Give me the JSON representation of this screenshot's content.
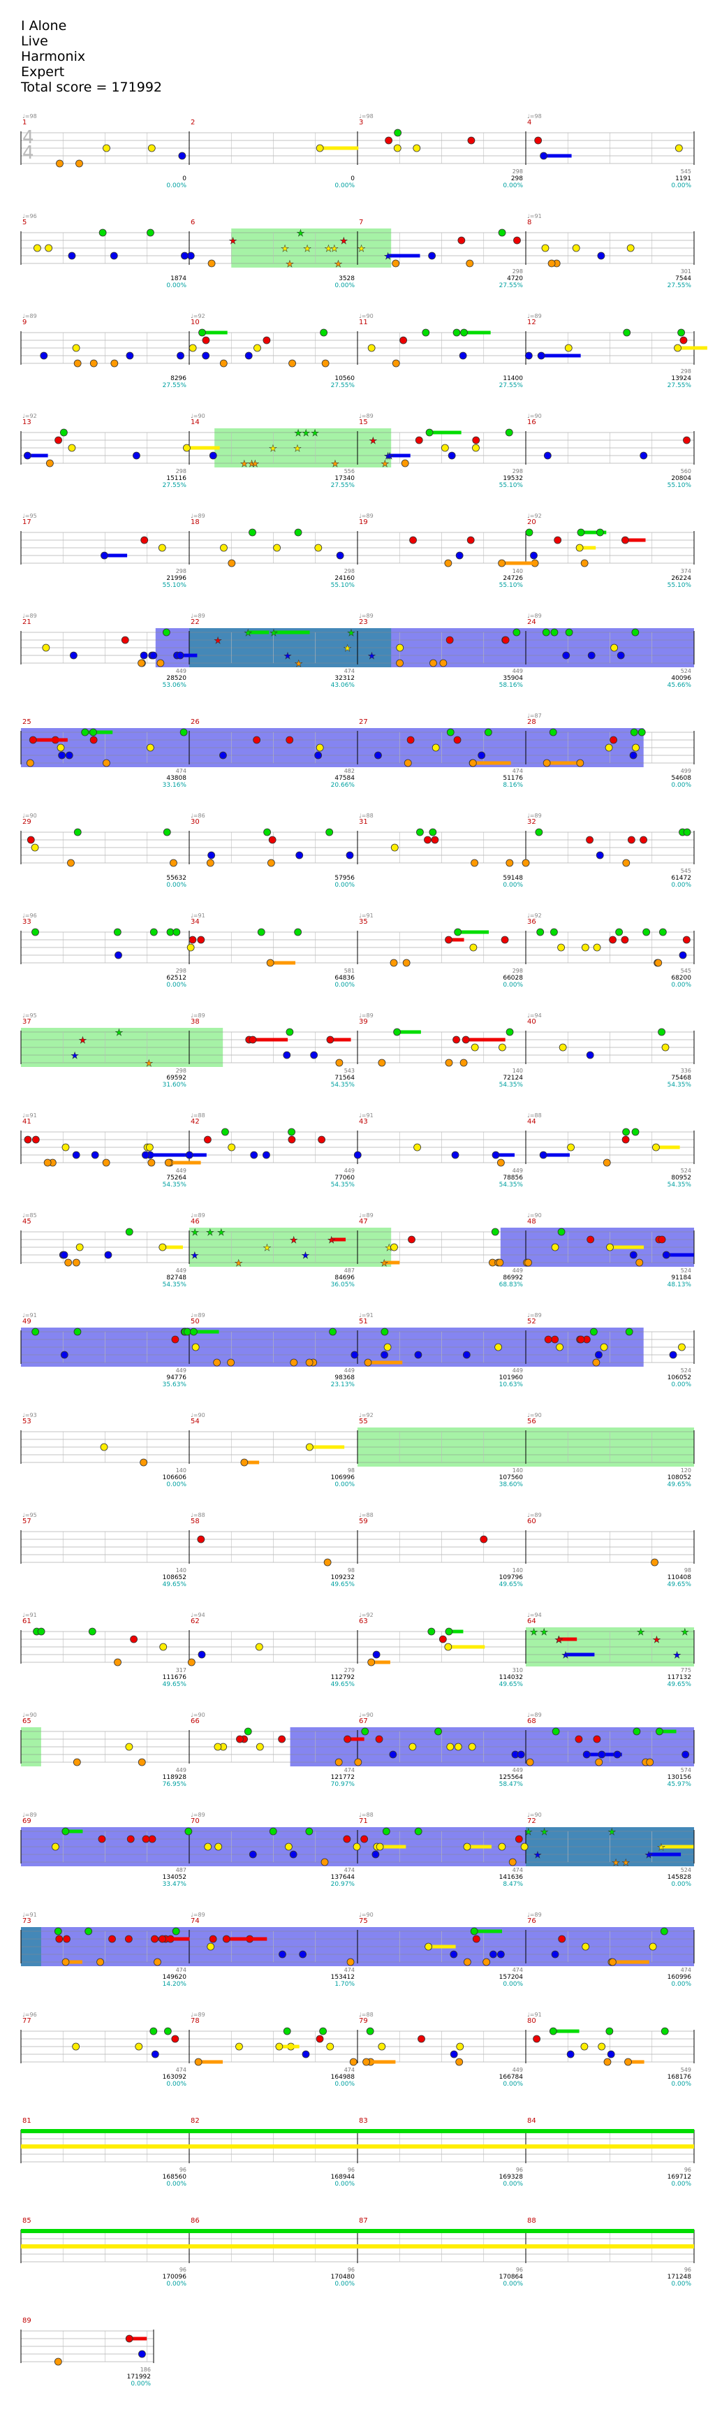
{
  "song": {
    "title": "I Alone",
    "artist": "Live",
    "game": "Harmonix",
    "difficulty": "Expert",
    "total_score_label": "Total score = 171992"
  },
  "colors": {
    "green": "#00dd00",
    "red": "#ee0000",
    "yellow": "#ffee00",
    "blue": "#0000ee",
    "orange": "#ff9900",
    "starpower": "#88ee88",
    "overdrive": "#6666ee",
    "solo": "#3388aa"
  },
  "time_signature": [
    "4",
    "4"
  ],
  "rows": [
    {
      "measures": [
        1,
        2,
        3,
        4
      ],
      "bpm": [
        "♩=98",
        "",
        "♩=98",
        "♩=98"
      ],
      "mult": [
        "",
        "",
        "298",
        "545"
      ],
      "scores": [
        "0",
        "0",
        "298",
        "1191"
      ],
      "pcts": [
        "0.00%",
        "0.00%",
        "0.00%",
        "0.00%"
      ],
      "bands": [],
      "density": 0.35
    },
    {
      "measures": [
        5,
        6,
        7,
        8
      ],
      "bpm": [
        "♩=96",
        "",
        "",
        "♩=91"
      ],
      "mult": [
        "",
        "",
        "298",
        "301"
      ],
      "scores": [
        "1874",
        "3528",
        "4720",
        "7544"
      ],
      "pcts": [
        "0.00%",
        "0.00%",
        "27.55%",
        "27.55%"
      ],
      "bands": [
        {
          "type": "star",
          "from": 1.25,
          "to": 2.2
        }
      ],
      "density": 0.8
    },
    {
      "measures": [
        9,
        10,
        11,
        12
      ],
      "bpm": [
        "♩=89",
        "♩=92",
        "♩=90",
        "♩=89"
      ],
      "mult": [
        "",
        "",
        "",
        "298"
      ],
      "scores": [
        "8296",
        "10560",
        "11400",
        "13924"
      ],
      "pcts": [
        "27.55%",
        "27.55%",
        "27.55%",
        "27.55%"
      ],
      "bands": [],
      "density": 0.8
    },
    {
      "measures": [
        13,
        14,
        15,
        16
      ],
      "bpm": [
        "♩=92",
        "♩=90",
        "♩=89",
        "♩=90"
      ],
      "mult": [
        "298",
        "556",
        "298",
        "560"
      ],
      "scores": [
        "15116",
        "17340",
        "19532",
        "20804"
      ],
      "pcts": [
        "27.55%",
        "27.55%",
        "55.10%",
        "55.10%"
      ],
      "bands": [
        {
          "type": "star",
          "from": 1.15,
          "to": 2.2
        }
      ],
      "density": 0.8
    },
    {
      "measures": [
        17,
        18,
        19,
        20
      ],
      "bpm": [
        "♩=95",
        "♩=89",
        "♩=89",
        "♩=92"
      ],
      "mult": [
        "298",
        "298",
        "140",
        "374"
      ],
      "scores": [
        "21996",
        "24160",
        "24726",
        "26224"
      ],
      "pcts": [
        "55.10%",
        "55.10%",
        "55.10%",
        "55.10%"
      ],
      "bands": [],
      "density": 0.6
    },
    {
      "measures": [
        21,
        22,
        23,
        24
      ],
      "bpm": [
        "♩=89",
        "♩=89",
        "♩=89",
        "♩=89"
      ],
      "mult": [
        "449",
        "474",
        "449",
        "524"
      ],
      "scores": [
        "28520",
        "32312",
        "35904",
        "40096"
      ],
      "pcts": [
        "53.06%",
        "43.06%",
        "58.16%",
        "45.66%"
      ],
      "bands": [
        {
          "type": "od",
          "from": 0.8,
          "to": 4.0
        },
        {
          "type": "solo",
          "from": 1.0,
          "to": 2.2
        }
      ],
      "density": 0.9
    },
    {
      "measures": [
        25,
        26,
        27,
        28
      ],
      "bpm": [
        "",
        "",
        "",
        "♩=87"
      ],
      "mult": [
        "474",
        "482",
        "474",
        "499"
      ],
      "scores": [
        "43808",
        "47584",
        "51176",
        "54608"
      ],
      "pcts": [
        "33.16%",
        "20.66%",
        "8.16%",
        "0.00%"
      ],
      "bands": [
        {
          "type": "od",
          "from": 0.0,
          "to": 3.7
        }
      ],
      "density": 0.9
    },
    {
      "measures": [
        29,
        30,
        31,
        32
      ],
      "bpm": [
        "♩=90",
        "♩=86",
        "♩=88",
        "♩=89"
      ],
      "mult": [
        "",
        "",
        "",
        "545"
      ],
      "scores": [
        "55632",
        "57956",
        "59148",
        "61472"
      ],
      "pcts": [
        "0.00%",
        "0.00%",
        "0.00%",
        "0.00%"
      ],
      "bands": [],
      "density": 0.75
    },
    {
      "measures": [
        33,
        34,
        35,
        36
      ],
      "bpm": [
        "♩=96",
        "♩=91",
        "♩=91",
        "♩=92"
      ],
      "mult": [
        "298",
        "581",
        "298",
        "545"
      ],
      "scores": [
        "62512",
        "64836",
        "66028",
        "68200"
      ],
      "pcts": [
        "0.00%",
        "0.00%",
        "0.00%",
        "0.00%"
      ],
      "bands": [],
      "density": 0.8
    },
    {
      "measures": [
        37,
        38,
        39,
        40
      ],
      "bpm": [
        "♩=95",
        "♩=89",
        "♩=89",
        "♩=94"
      ],
      "mult": [
        "298",
        "543",
        "140",
        "336"
      ],
      "scores": [
        "69592",
        "71564",
        "72124",
        "75468"
      ],
      "pcts": [
        "31.60%",
        "54.35%",
        "54.35%",
        "54.35%"
      ],
      "bands": [
        {
          "type": "star",
          "from": 0.0,
          "to": 1.2
        }
      ],
      "density": 0.6
    },
    {
      "measures": [
        41,
        42,
        43,
        44
      ],
      "bpm": [
        "♩=91",
        "♩=88",
        "♩=91",
        "♩=88"
      ],
      "mult": [
        "449",
        "449",
        "449",
        "524"
      ],
      "scores": [
        "75264",
        "77060",
        "78856",
        "80952"
      ],
      "pcts": [
        "54.35%",
        "54.35%",
        "54.35%",
        "54.35%"
      ],
      "bands": [],
      "density": 0.9
    },
    {
      "measures": [
        45,
        46,
        47,
        48
      ],
      "bpm": [
        "♩=85",
        "♩=89",
        "♩=89",
        "♩=90"
      ],
      "mult": [
        "449",
        "487",
        "449",
        "524"
      ],
      "scores": [
        "82748",
        "84696",
        "86992",
        "91184"
      ],
      "pcts": [
        "54.35%",
        "36.05%",
        "68.83%",
        "48.13%"
      ],
      "bands": [
        {
          "type": "star",
          "from": 1.0,
          "to": 2.2
        },
        {
          "type": "od",
          "from": 2.85,
          "to": 4.0
        }
      ],
      "density": 0.9
    },
    {
      "measures": [
        49,
        50,
        51,
        52
      ],
      "bpm": [
        "♩=91",
        "♩=89",
        "♩=91",
        "♩=89"
      ],
      "mult": [
        "449",
        "449",
        "449",
        "524"
      ],
      "scores": [
        "94776",
        "98368",
        "101960",
        "106052"
      ],
      "pcts": [
        "35.63%",
        "23.13%",
        "10.63%",
        "0.00%"
      ],
      "bands": [
        {
          "type": "od",
          "from": 0.0,
          "to": 3.7
        }
      ],
      "density": 0.9
    },
    {
      "measures": [
        53,
        54,
        55,
        56
      ],
      "bpm": [
        "♩=93",
        "♩=90",
        "♩=92",
        "♩=90"
      ],
      "mult": [
        "140",
        "98",
        "140",
        "120"
      ],
      "scores": [
        "106606",
        "106996",
        "107560",
        "108052"
      ],
      "pcts": [
        "0.00%",
        "0.00%",
        "38.60%",
        "49.65%"
      ],
      "bands": [
        {
          "type": "star",
          "from": 2.0,
          "to": 4.0
        }
      ],
      "density": 0.1
    },
    {
      "measures": [
        57,
        58,
        59,
        60
      ],
      "bpm": [
        "♩=95",
        "♩=88",
        "♩=88",
        "♩=89"
      ],
      "mult": [
        "140",
        "98",
        "140",
        "98"
      ],
      "scores": [
        "108652",
        "109232",
        "109796",
        "110408"
      ],
      "pcts": [
        "49.65%",
        "49.65%",
        "49.65%",
        "49.65%"
      ],
      "bands": [],
      "density": 0.1
    },
    {
      "measures": [
        61,
        62,
        63,
        64
      ],
      "bpm": [
        "♩=91",
        "♩=94",
        "♩=92",
        "♩=94"
      ],
      "mult": [
        "317",
        "279",
        "310",
        "775"
      ],
      "scores": [
        "111676",
        "112792",
        "114032",
        "117132"
      ],
      "pcts": [
        "49.65%",
        "49.65%",
        "49.65%",
        "49.65%"
      ],
      "bands": [
        {
          "type": "star",
          "from": 3.0,
          "to": 4.0
        }
      ],
      "density": 0.6
    },
    {
      "measures": [
        65,
        66,
        67,
        68
      ],
      "bpm": [
        "♩=90",
        "♩=90",
        "♩=90",
        "♩=89"
      ],
      "mult": [
        "449",
        "474",
        "449",
        "574"
      ],
      "scores": [
        "118928",
        "121772",
        "125564",
        "130156"
      ],
      "pcts": [
        "76.95%",
        "70.97%",
        "58.47%",
        "45.97%"
      ],
      "bands": [
        {
          "type": "star",
          "from": 0.0,
          "to": 0.12
        },
        {
          "type": "od",
          "from": 1.6,
          "to": 4.0
        }
      ],
      "density": 0.9
    },
    {
      "measures": [
        69,
        70,
        71,
        72
      ],
      "bpm": [
        "♩=89",
        "♩=89",
        "♩=88",
        "♩=90"
      ],
      "mult": [
        "487",
        "474",
        "474",
        "524"
      ],
      "scores": [
        "134052",
        "137644",
        "141636",
        "145828"
      ],
      "pcts": [
        "33.47%",
        "20.97%",
        "8.47%",
        "0.00%"
      ],
      "bands": [
        {
          "type": "od",
          "from": 0.0,
          "to": 4.0
        },
        {
          "type": "solo",
          "from": 3.0,
          "to": 4.0
        }
      ],
      "density": 0.9
    },
    {
      "measures": [
        73,
        74,
        75,
        76
      ],
      "bpm": [
        "♩=91",
        "♩=89",
        "♩=90",
        "♩=89"
      ],
      "mult": [
        "474",
        "474",
        "474",
        "474"
      ],
      "scores": [
        "149620",
        "153412",
        "157204",
        "160996"
      ],
      "pcts": [
        "14.20%",
        "1.70%",
        "0.00%",
        "0.00%"
      ],
      "bands": [
        {
          "type": "od",
          "from": 0.0,
          "to": 4.0
        },
        {
          "type": "solo",
          "from": 0.0,
          "to": 0.12
        }
      ],
      "density": 0.9
    },
    {
      "measures": [
        77,
        78,
        79,
        80
      ],
      "bpm": [
        "♩=96",
        "♩=89",
        "♩=88",
        "♩=91"
      ],
      "mult": [
        "474",
        "474",
        "449",
        "549"
      ],
      "scores": [
        "163092",
        "164988",
        "166784",
        "168176"
      ],
      "pcts": [
        "0.00%",
        "0.00%",
        "0.00%",
        "0.00%"
      ],
      "bands": [],
      "density": 0.85
    },
    {
      "measures": [
        81,
        82,
        83,
        84
      ],
      "bpm": [
        "",
        "",
        "",
        ""
      ],
      "mult": [
        "96",
        "96",
        "96",
        "96"
      ],
      "scores": [
        "168560",
        "168944",
        "169328",
        "169712"
      ],
      "pcts": [
        "0.00%",
        "0.00%",
        "0.00%",
        "0.00%"
      ],
      "bands": [],
      "density": 0.0,
      "sustain": true
    },
    {
      "measures": [
        85,
        86,
        87,
        88
      ],
      "bpm": [
        "",
        "",
        "",
        ""
      ],
      "mult": [
        "96",
        "96",
        "96",
        "96"
      ],
      "scores": [
        "170096",
        "170480",
        "170864",
        "171248"
      ],
      "pcts": [
        "0.00%",
        "0.00%",
        "0.00%",
        "0.00%"
      ],
      "bands": [],
      "density": 0.0,
      "sustain": true
    },
    {
      "measures": [
        89
      ],
      "bpm": [
        ""
      ],
      "mult": [
        "186"
      ],
      "scores": [
        "171992"
      ],
      "pcts": [
        "0.00%"
      ],
      "bands": [],
      "density": 0.3,
      "ending": true
    }
  ]
}
